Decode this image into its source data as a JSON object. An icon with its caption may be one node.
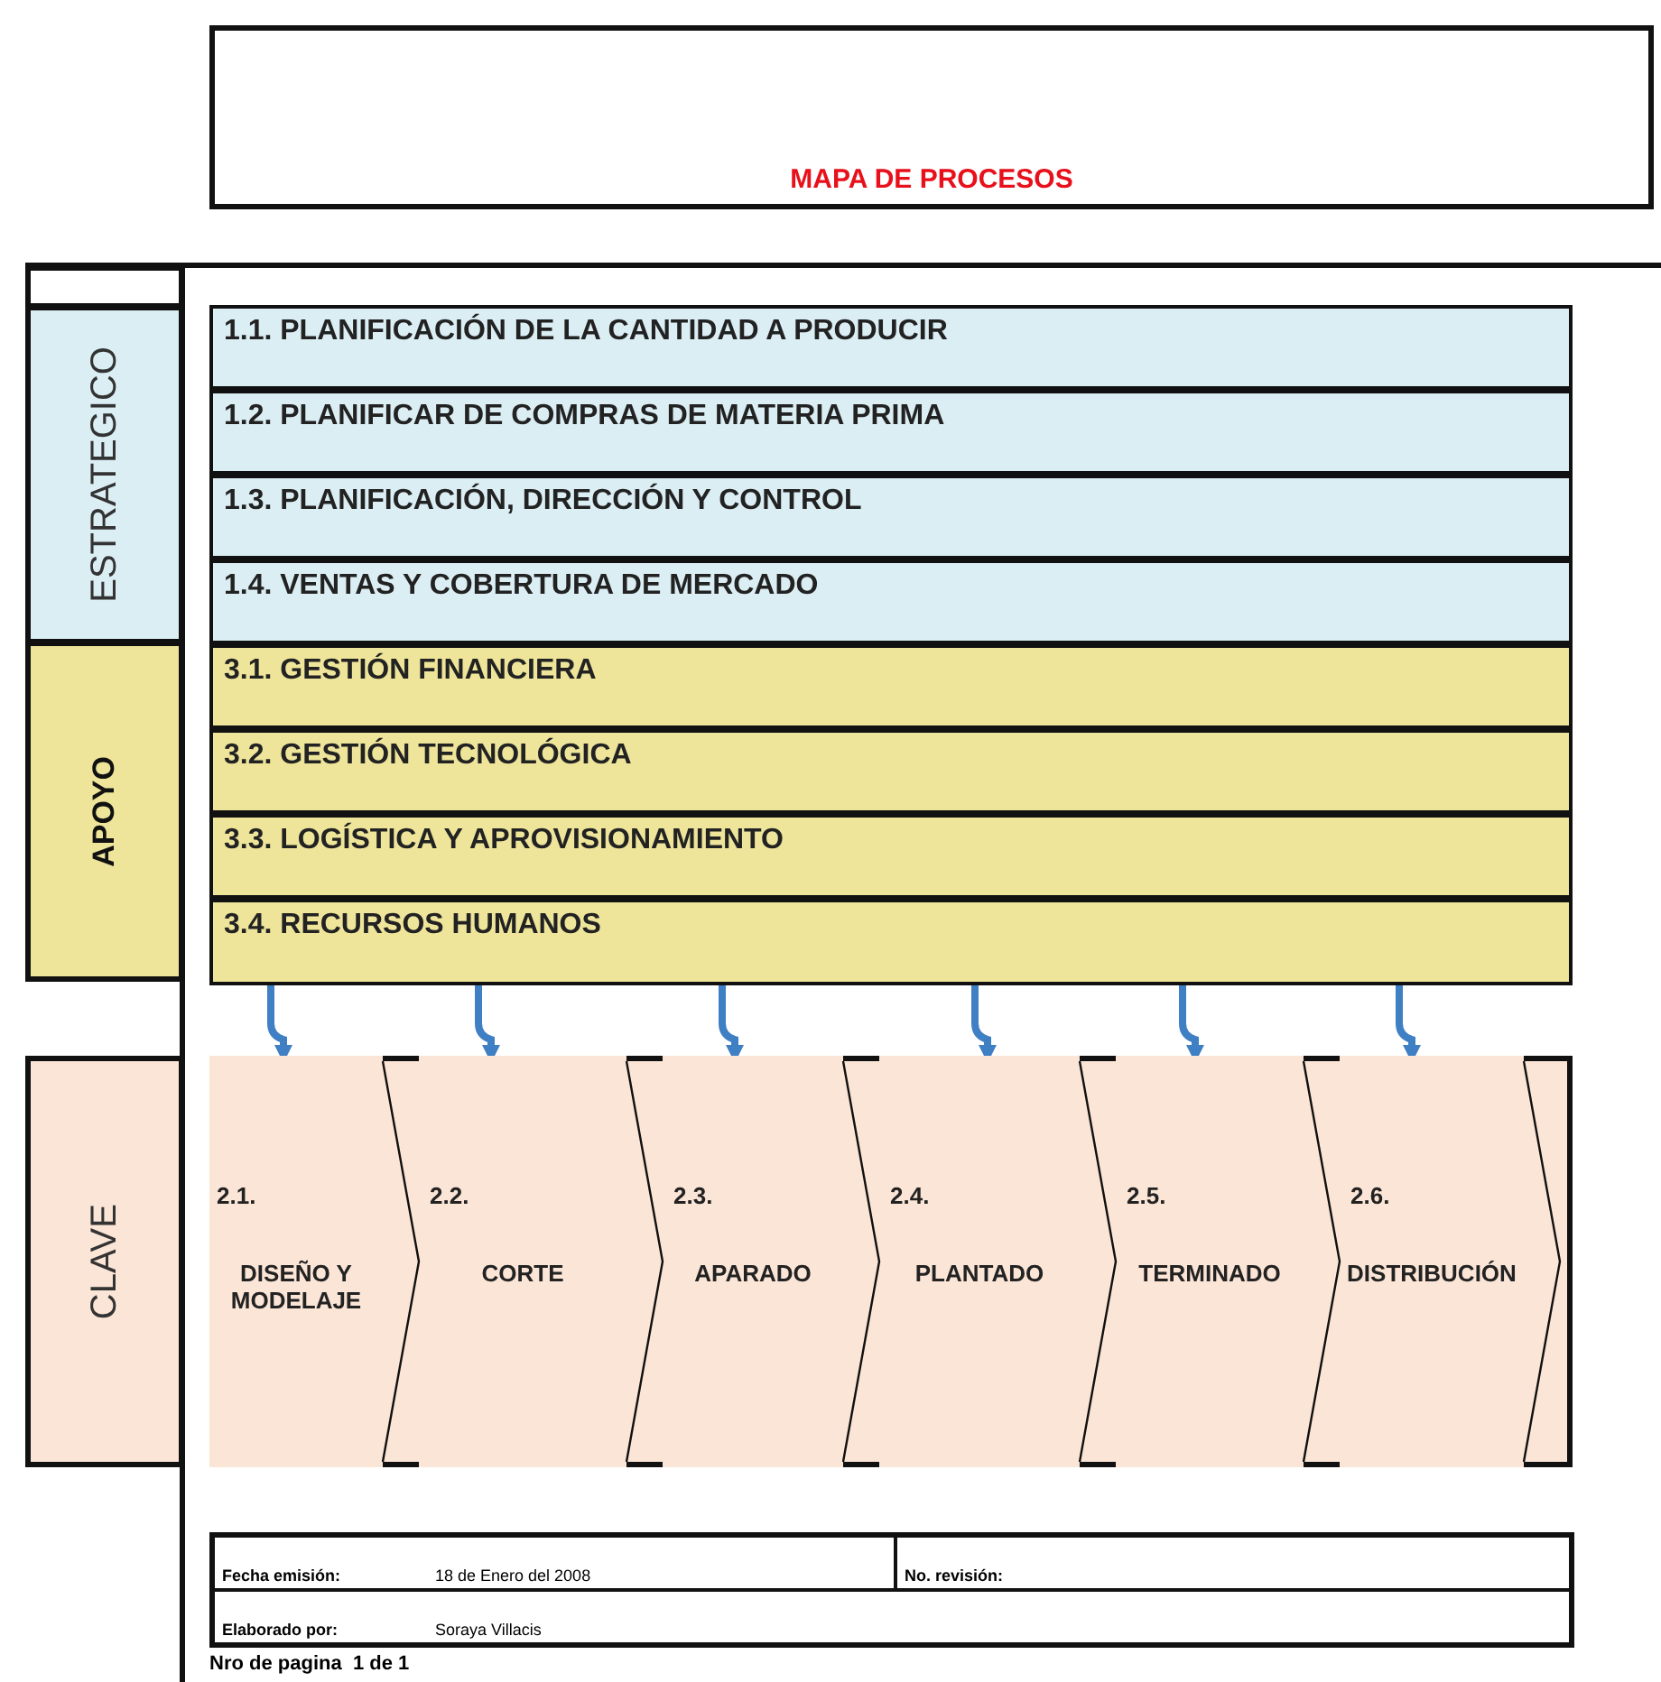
{
  "diagram": {
    "title": "MAPA DE PROCESOS",
    "nodes": [
      {
        "text": [
          "ESTRATEGICO"
        ]
      },
      {
        "text": [
          "APOYO"
        ]
      },
      {
        "text": [
          "CLAVE"
        ]
      },
      {
        "text": [
          "1.1.  PLANIFICACIÓN DE LA CANTIDAD A PRODUCIR"
        ]
      },
      {
        "text": [
          "1.2.  PLANIFICAR DE COMPRAS DE MATERIA PRIMA"
        ]
      },
      {
        "text": [
          "1.3.  PLANIFICACIÓN, DIRECCIÓN Y CONTROL"
        ]
      },
      {
        "text": [
          "1.4.   VENTAS Y COBERTURA DE MERCADO"
        ]
      },
      {
        "text": [
          "3.1.   GESTIÓN FINANCIERA"
        ]
      },
      {
        "text": [
          "3.2.   GESTIÓN TECNOLÓGICA"
        ]
      },
      {
        "text": [
          "3.3.  LOGÍSTICA Y APROVISIONAMIENTO"
        ]
      },
      {
        "text": [
          "3.4.  RECURSOS HUMANOS"
        ]
      },
      {
        "text": [
          "2.1.",
          "DISEÑO Y MODELAJE"
        ]
      },
      {
        "text": [
          "2.2.",
          "CORTE"
        ]
      },
      {
        "text": [
          "2.3.",
          "APARADO"
        ]
      },
      {
        "text": [
          "2.4.",
          "PLANTADO"
        ]
      },
      {
        "text": [
          "2.5.",
          "TERMINADO"
        ]
      },
      {
        "text": [
          "2.6.",
          "DISTRIBUCIÓN"
        ]
      }
    ],
    "edges": [
      {
        "from": 10,
        "to": 11,
        "arrow": "to"
      },
      {
        "from": 10,
        "to": 12,
        "arrow": "to"
      },
      {
        "from": 10,
        "to": 13,
        "arrow": "to"
      },
      {
        "from": 10,
        "to": 14,
        "arrow": "to"
      },
      {
        "from": 10,
        "to": 15,
        "arrow": "to"
      },
      {
        "from": 10,
        "to": 16,
        "arrow": "to"
      }
    ],
    "labels": [
      "Fecha emisión:",
      "18 de Enero del 2008",
      "No. revisión:",
      "Elaborado por:",
      "Soraya Villacis",
      "Nro de pagina  1 de 1"
    ]
  }
}
